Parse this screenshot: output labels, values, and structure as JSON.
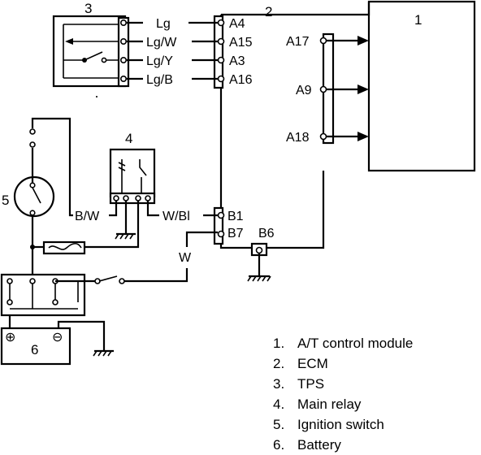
{
  "components": {
    "c1": "1",
    "c2": "2",
    "c3": "3",
    "c4": "4",
    "c5": "5",
    "c6": "6"
  },
  "terminals": {
    "a4": "A4",
    "a15": "A15",
    "a3": "A3",
    "a16": "A16",
    "a17": "A17",
    "a9": "A9",
    "a18": "A18",
    "b1": "B1",
    "b7": "B7",
    "b6": "B6"
  },
  "wires": {
    "lg": "Lg",
    "lg_w": "Lg/W",
    "lg_y": "Lg/Y",
    "lg_b": "Lg/B",
    "b_w": "B/W",
    "w_bl": "W/Bl",
    "w": "W"
  },
  "battery_symbols": {
    "plus": "⊕",
    "minus": "⊖"
  },
  "legend": [
    {
      "num": "1.",
      "label": "A/T control module"
    },
    {
      "num": "2.",
      "label": "ECM"
    },
    {
      "num": "3.",
      "label": "TPS"
    },
    {
      "num": "4.",
      "label": "Main relay"
    },
    {
      "num": "5.",
      "label": "Ignition switch"
    },
    {
      "num": "6.",
      "label": "Battery"
    }
  ]
}
